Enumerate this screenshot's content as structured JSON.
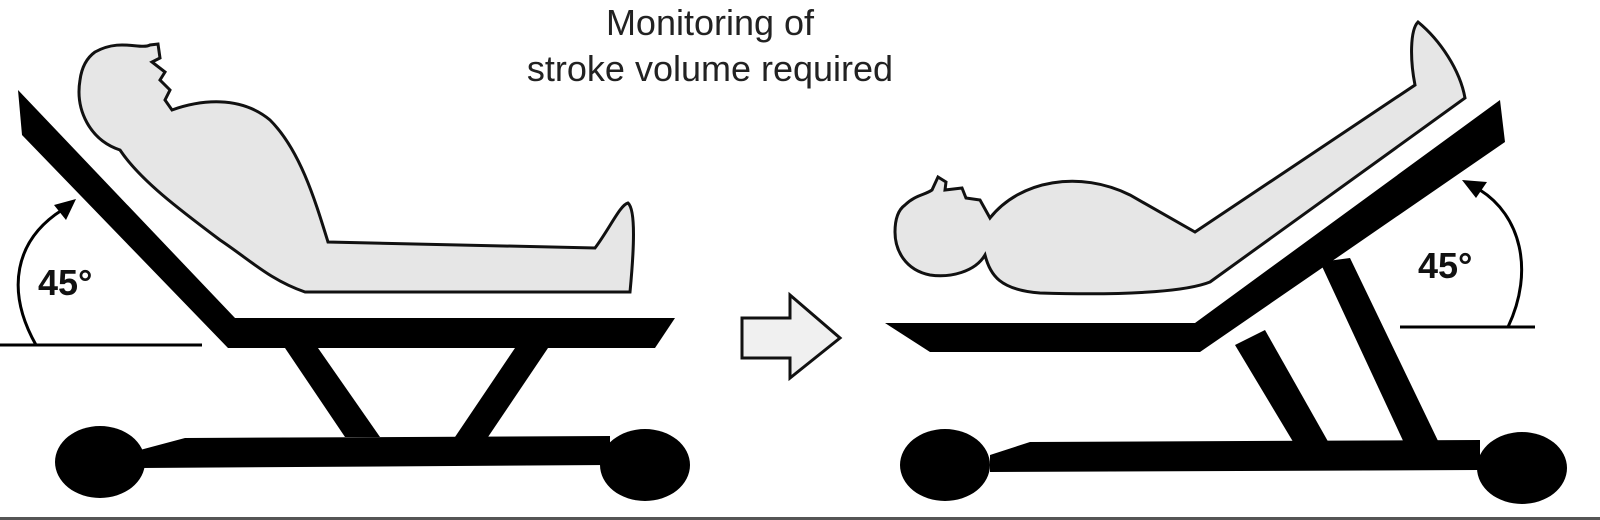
{
  "caption": {
    "line1": "Monitoring of",
    "line2": "stroke volume required"
  },
  "left_position": {
    "angle_label": "45°"
  },
  "right_position": {
    "angle_label": "45°"
  },
  "colors": {
    "body_fill": "#e6e6e6",
    "bed": "#000000",
    "arrow_fill": "#f0f0f0"
  }
}
